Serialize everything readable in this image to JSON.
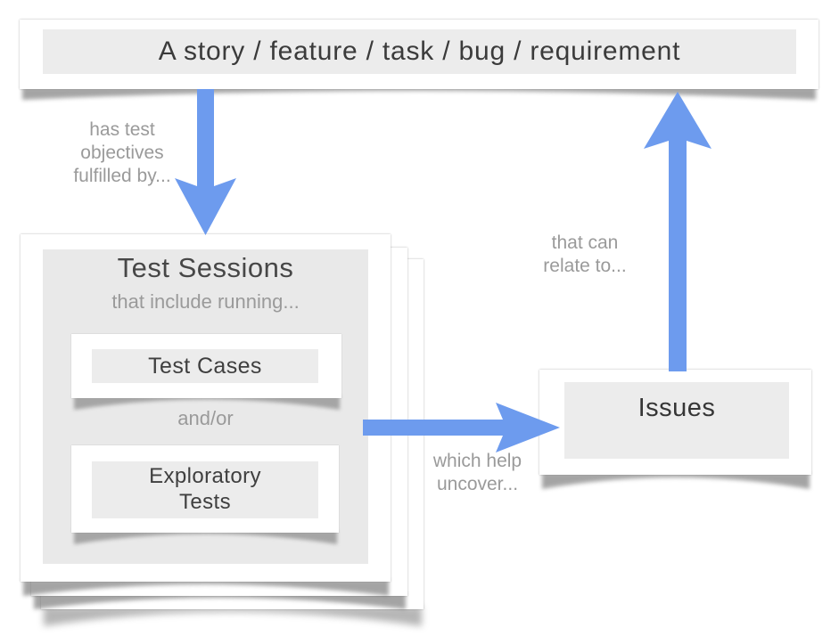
{
  "banner": {
    "label": "A story / feature / task / bug / requirement"
  },
  "flow_labels": {
    "banner_to_sessions": "has test\nobjectives\nfulfilled by...",
    "sessions_to_issues": "which help\nuncover...",
    "issues_to_banner": "that can\nrelate to..."
  },
  "sessions_stack": {
    "title": "Test Sessions",
    "subtitle": "that include running...",
    "test_cases_label": "Test Cases",
    "conjunction": "and/or",
    "exploratory_label": "Exploratory\nTests"
  },
  "issues_card": {
    "label": "Issues"
  },
  "colors": {
    "arrow_blue": "#6d9bee",
    "panel_gray": "#e9e9e9",
    "box_gray": "#ececec",
    "label_gray": "#9a9a9a"
  }
}
